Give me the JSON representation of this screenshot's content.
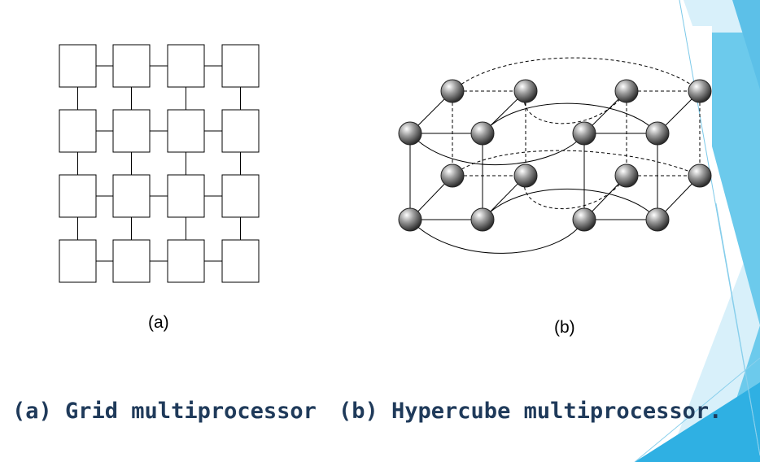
{
  "grid": {
    "rows": 4,
    "cols": 4,
    "label": "(a)"
  },
  "hypercube": {
    "label": "(b)",
    "node_color": "#7a7a7a"
  },
  "captions": {
    "left": "(a) Grid multiprocessor",
    "right": "(b) Hypercube multiprocessor."
  },
  "theme": {
    "caption_color": "#1f3a5a",
    "accent_light": "#bfe6f5",
    "accent_mid": "#6dc6ea",
    "accent_dark": "#1aa3d9"
  }
}
